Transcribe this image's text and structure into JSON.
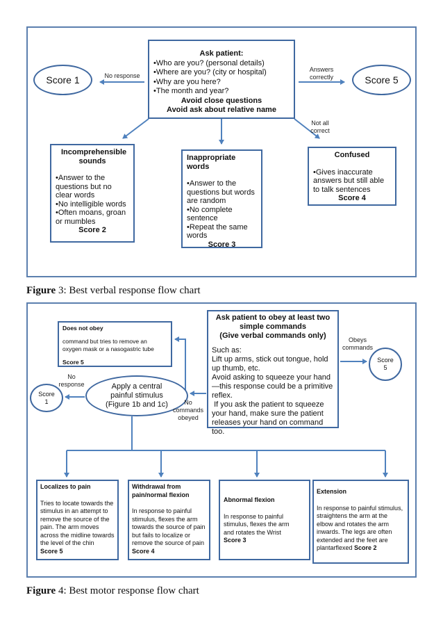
{
  "figure3": {
    "caption_label": "Figure",
    "caption_rest": " 3: Best verbal response flow chart",
    "ask": {
      "title": "Ask patient:",
      "items": [
        "•Who are you? (personal details)",
        "•Where are you? (city or hospital)",
        "•Why are you here?",
        "•The month and year?"
      ],
      "note1": "Avoid close questions",
      "note2": "Avoid ask about relative name"
    },
    "score1": "Score 1",
    "score5": "Score 5",
    "no_response": "No response",
    "answers_correctly": [
      "Answers",
      "correctly"
    ],
    "not_all_correct": [
      "Not all",
      "correct"
    ],
    "incomprehensible": {
      "title": "Incomprehensible sounds",
      "lines": [
        "•Answer to the questions but no clear words",
        "•No intelligible words",
        "•Often moans, groan or mumbles"
      ],
      "score": "Score 2"
    },
    "inappropriate": {
      "title": "Inappropriate words",
      "lines": [
        "•Answer to the questions but words are random",
        "•No complete sentence",
        "•Repeat the same words"
      ],
      "score": "Score 3"
    },
    "confused": {
      "title": "Confused",
      "lines": [
        "•Gives inaccurate answers but still able to talk sentences"
      ],
      "score": "Score 4"
    }
  },
  "figure4": {
    "caption_label": "Figure",
    "caption_rest": " 4: Best motor response flow chart",
    "ask": {
      "title": "Ask patient to obey at least two simple commands",
      "subtitle": "(Give verbal commands only)",
      "lines": [
        "Such as:",
        "Lift up arms, stick out tongue, hold up thumb, etc.",
        "Avoid asking to squeeze your hand—this response could be a primitive reflex.",
        " If you ask the patient to squeeze your hand, make sure the patient releases your hand on command too."
      ]
    },
    "obeys_commands": [
      "Obeys",
      "commands"
    ],
    "score5": [
      "Score",
      "5"
    ],
    "does_not_obey": {
      "title": "Does not obey",
      "text": "command but tries to remove an oxygen mask or a nasogastric tube",
      "score": "Score 5"
    },
    "stimulus": [
      "Apply a central",
      "painful stimulus",
      "(Figure 1b and 1c)"
    ],
    "no_response": [
      "No",
      "response"
    ],
    "score1": [
      "Score",
      "1"
    ],
    "no_commands": [
      "No",
      "commands",
      "obeyed"
    ],
    "localizes": {
      "title": "Localizes to pain",
      "text": "Tries to locate towards the stimulus in an attempt to remove the source of the pain. The arm moves across the midline towards the level of the chin",
      "score": "Score 5"
    },
    "withdrawal": {
      "title": "Withdrawal from pain/normal flexion",
      "text": "In response to painful stimulus, flexes the arm towards the source of pain but fails to localize or remove the source of pain",
      "score": "Score 4"
    },
    "abnormal": {
      "title": "Abnormal flexion",
      "text": "In response to painful stimulus, flexes the arm and rotates the Wrist ",
      "score": "Score 3"
    },
    "extension": {
      "title": "Extension",
      "text": "In response to painful stimulus, straightens the arm at the elbow and rotates the arm inwards. The legs are often extended and the feet are plantarflexed ",
      "score": "Score 2"
    }
  },
  "colors": {
    "stroke": "#3f68a0",
    "frame": "#5b7fae",
    "arrow": "#4f81bd"
  }
}
